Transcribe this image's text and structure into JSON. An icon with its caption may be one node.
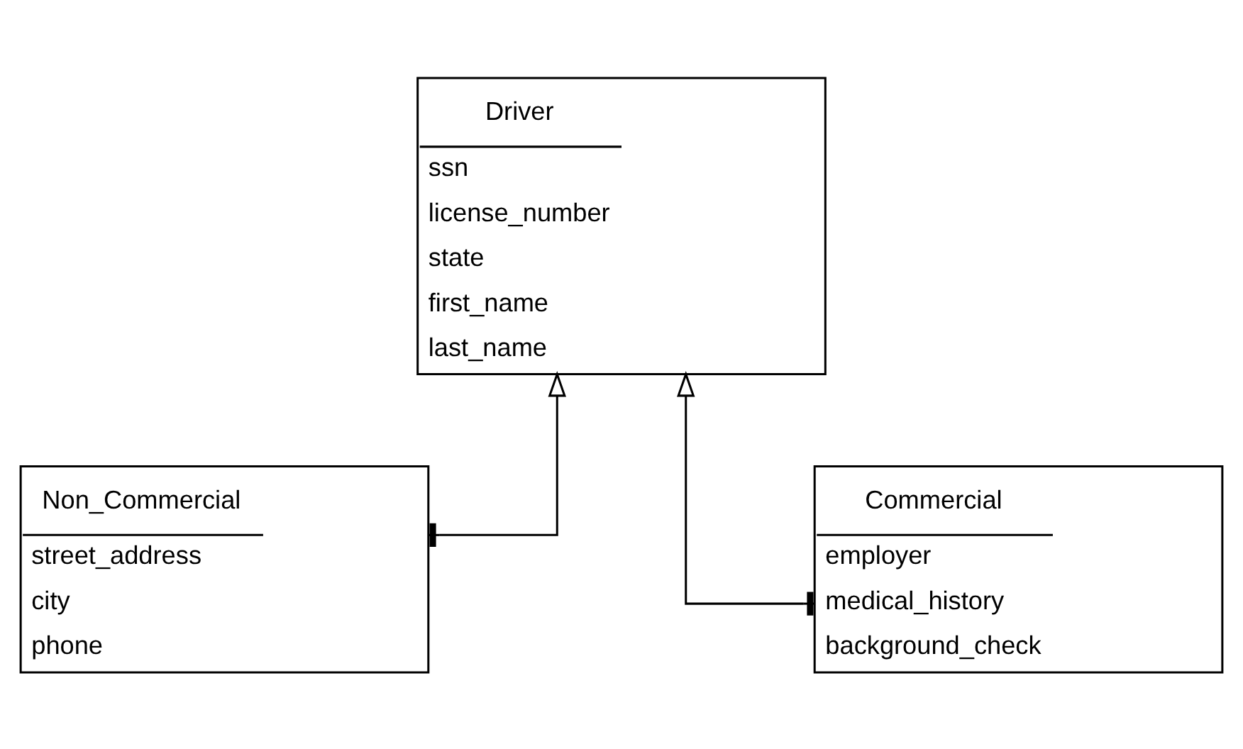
{
  "diagram": {
    "nodes": [
      {
        "text": [
          "Driver",
          "ssn",
          "license_number",
          "state",
          "first_name",
          "last_name"
        ]
      },
      {
        "text": [
          "Non_Commercial",
          "street_address",
          "city",
          "phone"
        ]
      },
      {
        "text": [
          "Commercial",
          "employer",
          "medical_history",
          "background_check"
        ]
      }
    ],
    "edges": [
      {
        "from": 1,
        "to": 0,
        "arrow": "to"
      },
      {
        "from": 2,
        "to": 0,
        "arrow": "to"
      }
    ]
  }
}
